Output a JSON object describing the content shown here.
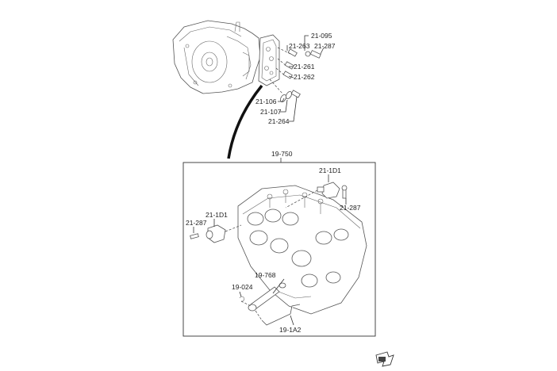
{
  "diagram": {
    "title": "Transmission control valve body exploded view",
    "upper_labels": [
      {
        "id": "l-21-263",
        "text": "21-263"
      },
      {
        "id": "l-21-095",
        "text": "21-095"
      },
      {
        "id": "l-21-287-top",
        "text": "21-287"
      },
      {
        "id": "l-21-261",
        "text": "21-261"
      },
      {
        "id": "l-21-262",
        "text": "21-262"
      },
      {
        "id": "l-21-106",
        "text": "21-106"
      },
      {
        "id": "l-21-107",
        "text": "21-107"
      },
      {
        "id": "l-21-264",
        "text": "21-264"
      }
    ],
    "assembly_label": "19-750",
    "box_labels": [
      {
        "id": "l-21-1D1-right",
        "text": "21-1D1"
      },
      {
        "id": "l-21-287-right",
        "text": "21-287"
      },
      {
        "id": "l-21-1D1-left",
        "text": "21-1D1"
      },
      {
        "id": "l-21-287-left",
        "text": "21-287"
      },
      {
        "id": "l-19-768",
        "text": "19-768"
      },
      {
        "id": "l-19-024",
        "text": "19-024"
      },
      {
        "id": "l-19-1A2",
        "text": "19-1A2"
      }
    ],
    "nav_icon": "front-direction-arrow-icon"
  }
}
